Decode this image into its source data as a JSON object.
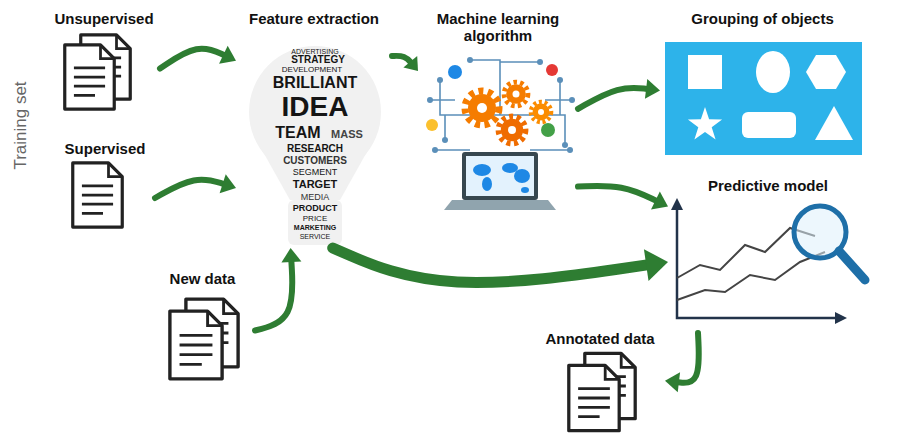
{
  "diagram": {
    "nodes": [
      {
        "text": [
          "Unsupervised"
        ]
      },
      {
        "text": [
          "Supervised"
        ]
      },
      {
        "text": [
          "Feature extraction"
        ]
      },
      {
        "text": [
          "Machine learning algorithm"
        ]
      },
      {
        "text": [
          "Grouping of objects"
        ]
      },
      {
        "text": [
          "New data"
        ]
      },
      {
        "text": [
          "Predictive model"
        ]
      },
      {
        "text": [
          "Annotated data"
        ]
      }
    ],
    "edges": [
      {
        "from": 0,
        "to": 2,
        "arrow": "to"
      },
      {
        "from": 1,
        "to": 2,
        "arrow": "to"
      },
      {
        "from": 5,
        "to": 2,
        "arrow": "to"
      },
      {
        "from": 2,
        "to": 3,
        "arrow": "to"
      },
      {
        "from": 3,
        "to": 4,
        "arrow": "to"
      },
      {
        "from": 3,
        "to": 6,
        "arrow": "to"
      },
      {
        "from": 2,
        "to": 6,
        "arrow": "to"
      },
      {
        "from": 6,
        "to": 7,
        "arrow": "to"
      }
    ],
    "labels": [
      "Training set",
      "ADVERTISING",
      "STRATEGY",
      "DEVELOPMENT",
      "BRILLIANT",
      "IDEA",
      "TEAM",
      "MASS",
      "RESEARCH",
      "CUSTOMERS",
      "SEGMENT",
      "TARGET",
      "MEDIA",
      "PRODUCT",
      "PRICE",
      "MARKETING",
      "SERVICE"
    ]
  }
}
